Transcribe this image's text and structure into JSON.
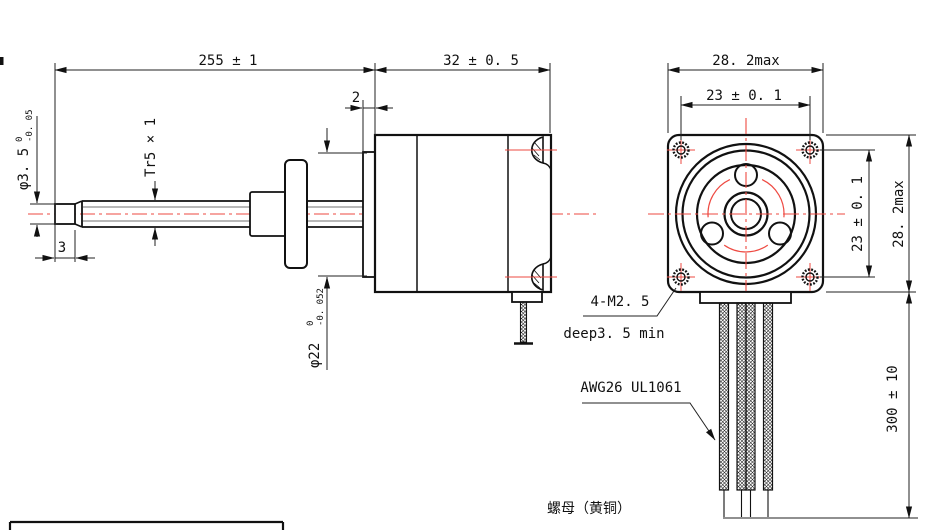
{
  "meta": {
    "drawing_type": "technical dimension drawing",
    "subject": "stepper motor with trapezoidal lead screw",
    "background": "#ffffff",
    "line_color": "#111111",
    "centerline_color": "#ee4a42"
  },
  "side_view": {
    "screw_length": "255 ± 1",
    "motor_length": "32 ± 0. 5",
    "boss_length": "2",
    "tip_length": "3",
    "tip_diameter": "φ3. 5",
    "tip_diameter_tol_high": "0",
    "tip_diameter_tol_low": "-0. 05",
    "thread_spec": "Tr5 × 1",
    "boss_diameter": "φ22",
    "boss_diameter_tol_high": "0",
    "boss_diameter_tol_low": "-0. 052"
  },
  "front_view": {
    "body_width": "28. 2max",
    "hole_spacing_horizontal": "23 ± 0. 1",
    "hole_spacing_vertical": "23 ± 0. 1",
    "body_height": "28. 2max",
    "mounting_holes": "4-M2. 5",
    "mounting_hole_depth": "deep3. 5 min",
    "lead_wire_spec": "AWG26 UL1061",
    "lead_wire_length": "300 ± 10",
    "nut_material_label": "螺母（黄铜）"
  }
}
